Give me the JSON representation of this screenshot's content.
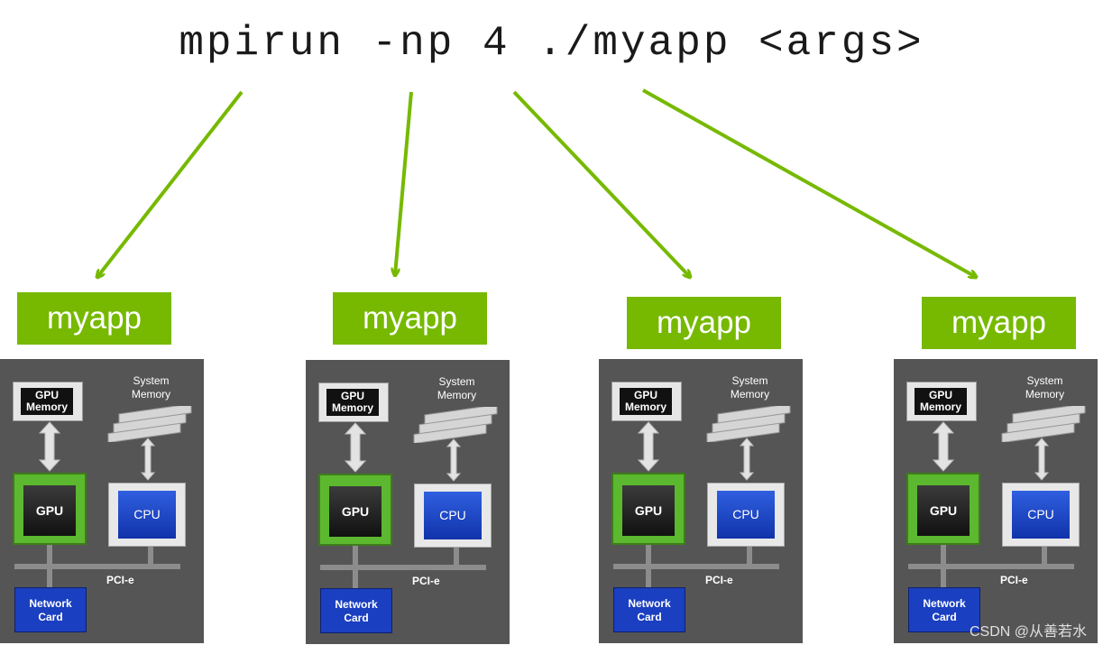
{
  "command": "mpirun -np 4 ./myapp <args>",
  "process_label": "myapp",
  "node": {
    "gpu_memory_line1": "GPU",
    "gpu_memory_line2": "Memory",
    "system_memory_line1": "System",
    "system_memory_line2": "Memory",
    "gpu": "GPU",
    "cpu": "CPU",
    "bus": "PCI-e",
    "network_card_line1": "Network",
    "network_card_line2": "Card"
  },
  "colors": {
    "accent": "#76b900",
    "node_background": "#555555",
    "gpu": "#5cb82e",
    "cpu": "#1f4fd0",
    "network_card": "#1a3fc0"
  },
  "watermark": "CSDN @从善若水"
}
